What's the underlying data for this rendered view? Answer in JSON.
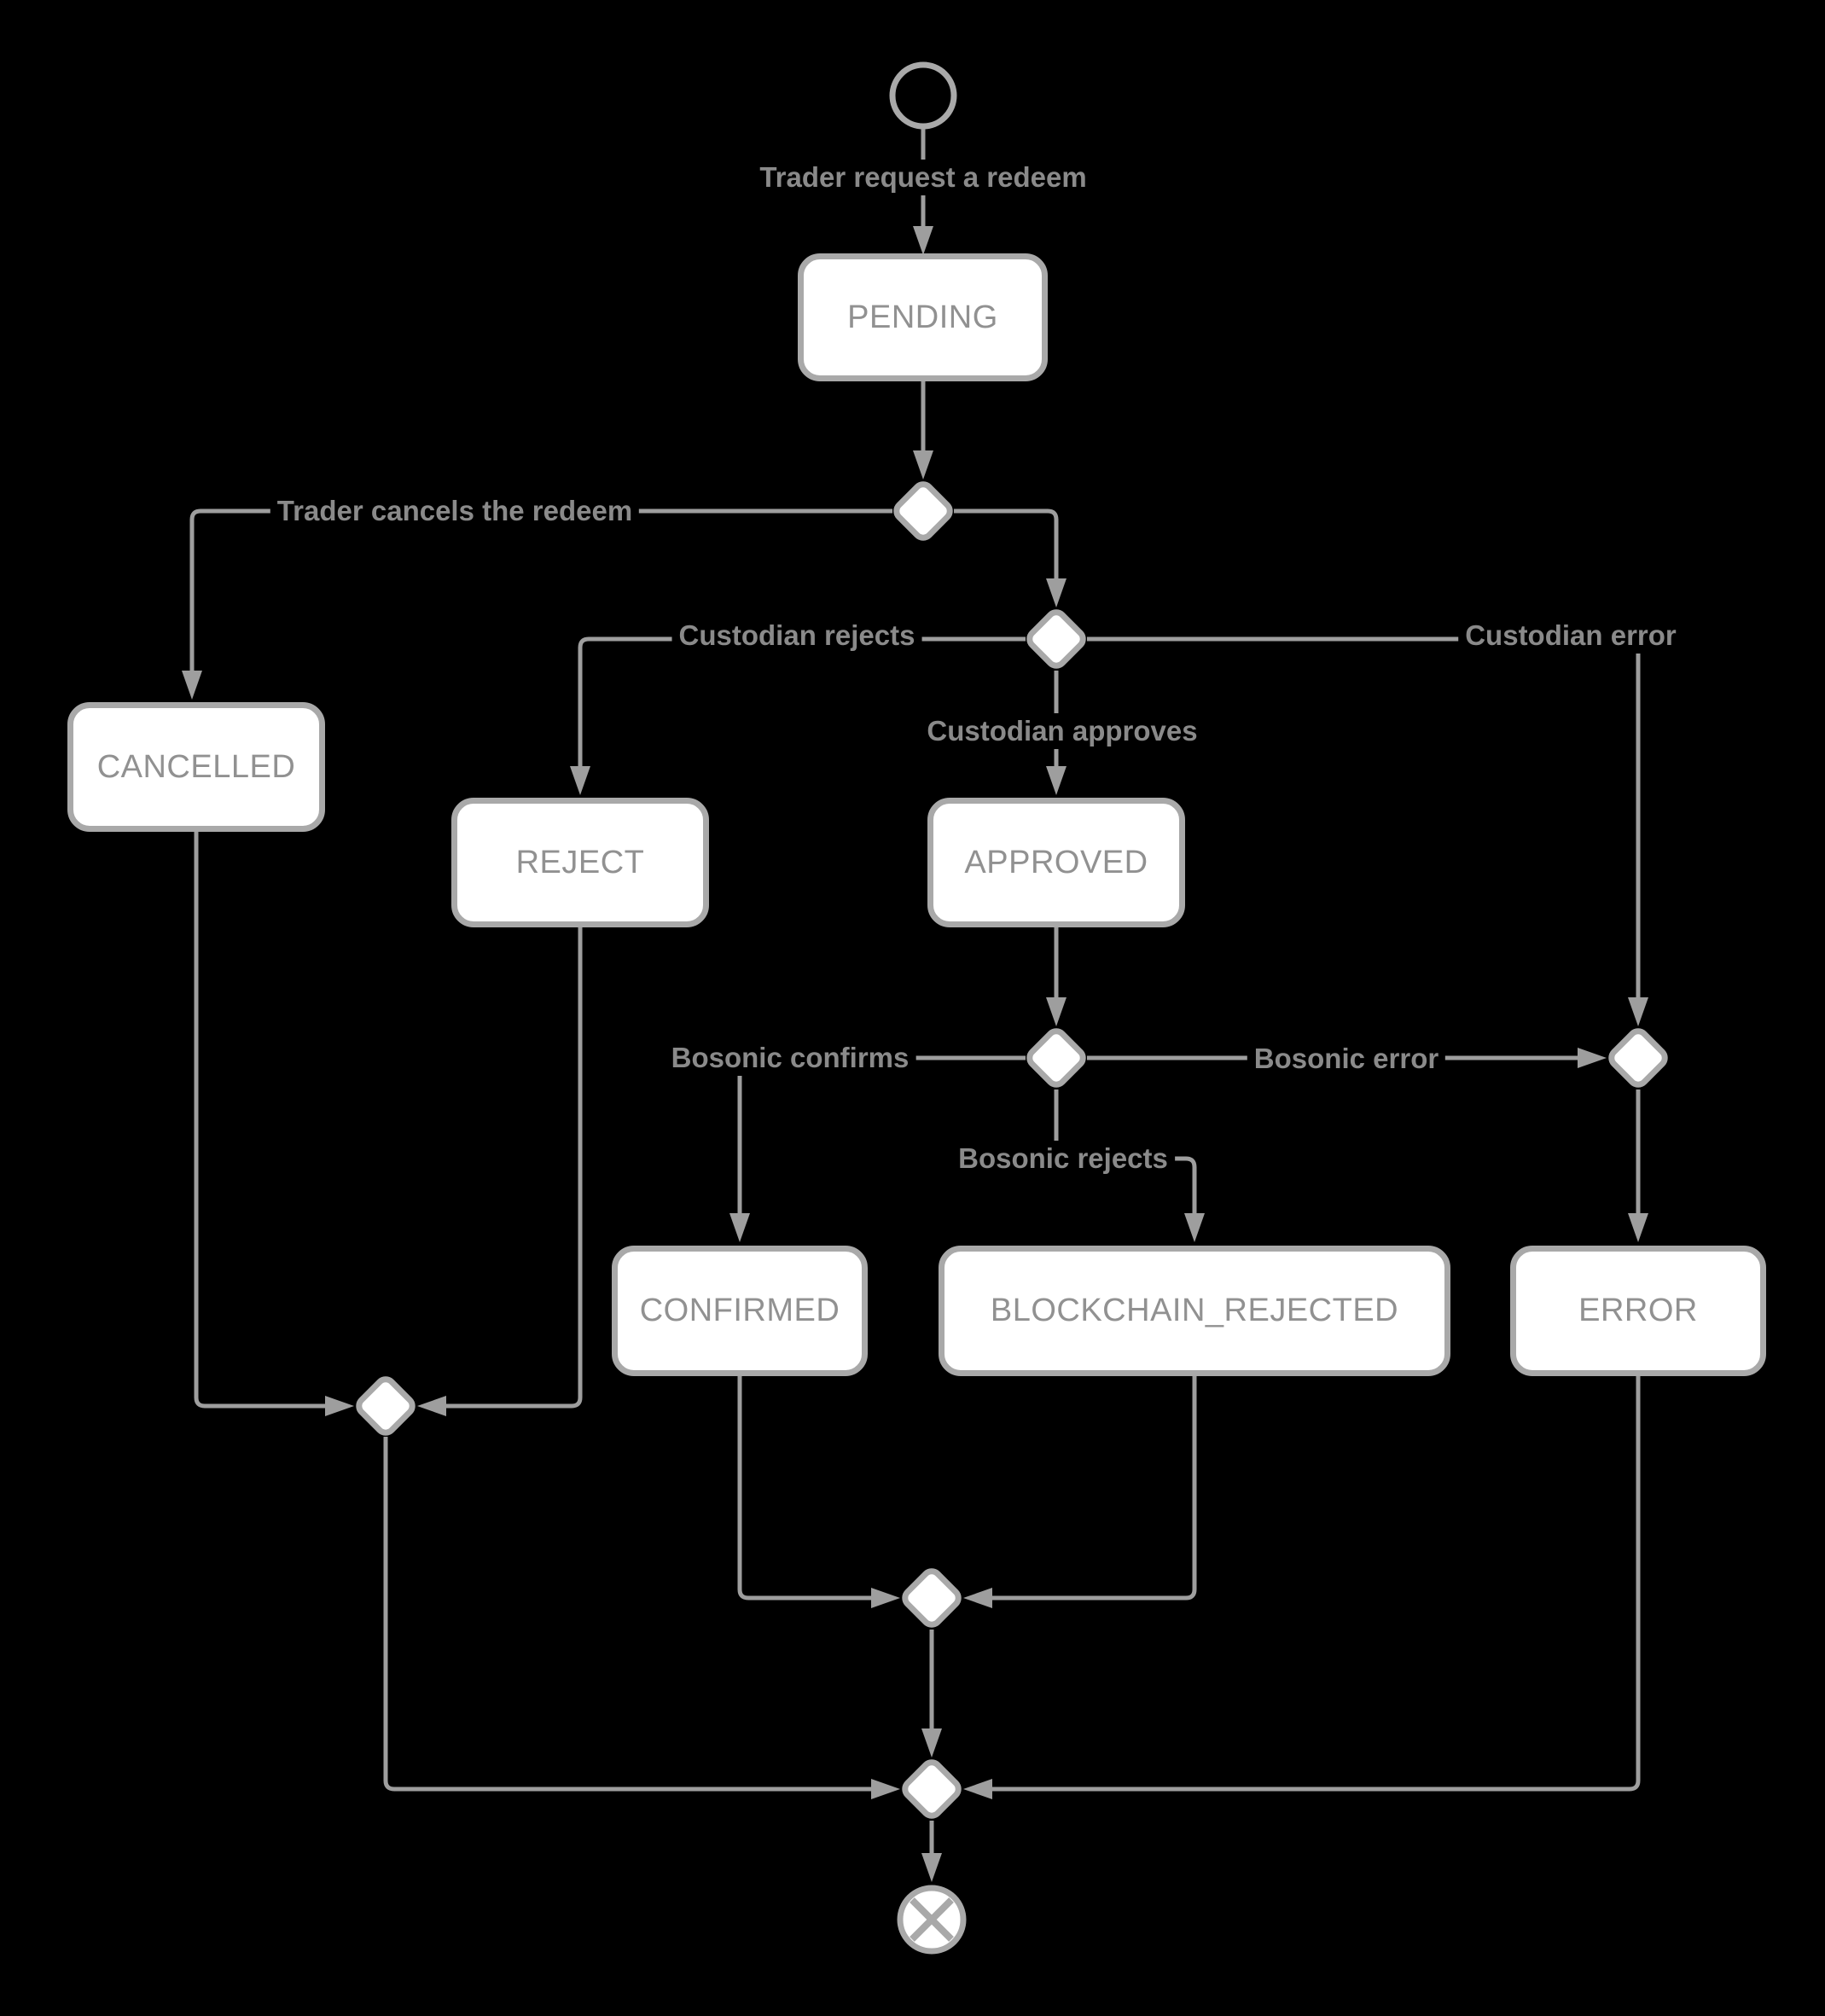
{
  "diagram": {
    "background_color": "#000000",
    "node_fill_color": "#ffffff",
    "node_border_color": "#a9a9a9",
    "node_text_color": "#919191",
    "connector_color": "#9e9e9e",
    "edge_label_color": "#8a8a8a"
  },
  "nodes": {
    "start": {
      "type": "start-event"
    },
    "pending": {
      "label": "PENDING"
    },
    "cancelled": {
      "label": "CANCELLED"
    },
    "reject": {
      "label": "REJECT"
    },
    "approved": {
      "label": "APPROVED"
    },
    "confirmed": {
      "label": "CONFIRMED"
    },
    "blockchain_rejected": {
      "label": "BLOCKCHAIN_REJECTED"
    },
    "error": {
      "label": "ERROR"
    },
    "end": {
      "type": "end-event"
    }
  },
  "edge_labels": {
    "trader_request": "Trader request a redeem",
    "trader_cancels": "Trader cancels the redeem",
    "custodian_rejects": "Custodian rejects",
    "custodian_approves": "Custodian approves",
    "custodian_error": "Custodian error",
    "bosonic_confirms": "Bosonic confirms",
    "bosonic_error": "Bosonic error",
    "bosonic_rejects": "Bosonic rejects"
  }
}
